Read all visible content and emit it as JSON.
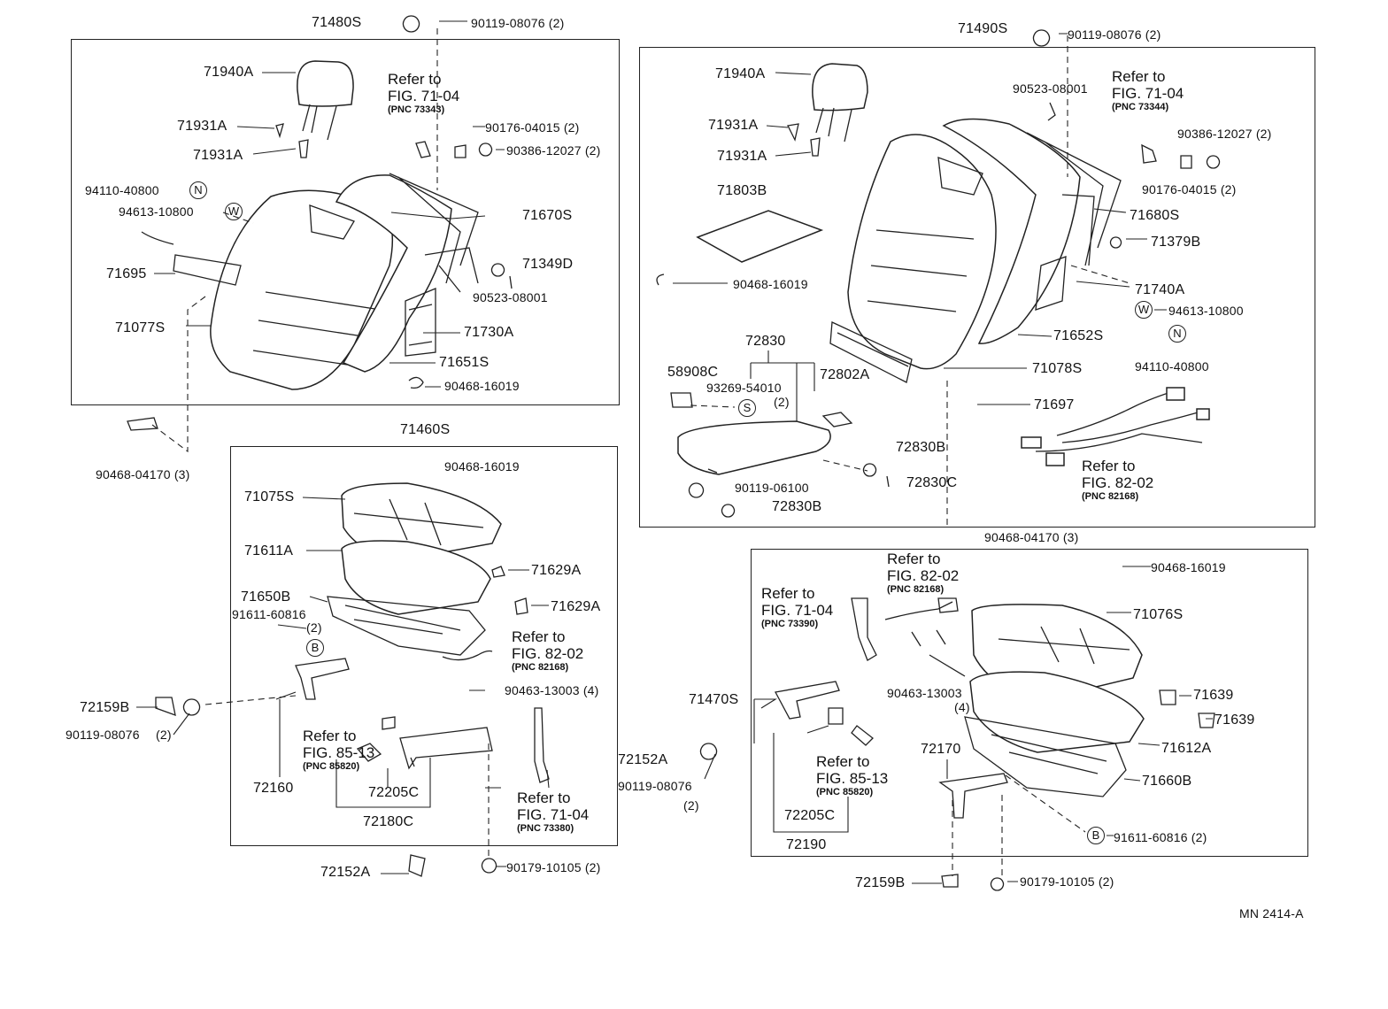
{
  "labels": [
    "71480S",
    "90119-08076 (2)",
    "71940A",
    "Refer to",
    "FIG. 71-04",
    "(PNC 73343)",
    "71931A",
    "90176-04015 (2)",
    "71931A",
    "90386-12027 (2)",
    "94110-40800",
    "94613-10800",
    "71670S",
    "71695",
    "71349D",
    "90523-08001",
    "71077S",
    "71730A",
    "71651S",
    "90468-16019",
    "90468-04170 (3)",
    "71460S",
    "90468-16019",
    "71075S",
    "71611A",
    "71629A",
    "71650B",
    "71629A",
    "91611-60816",
    "(2)",
    "Refer to",
    "FIG. 82-02",
    "(PNC 82168)",
    "90463-13003 (4)",
    "72159B",
    "90119-08076",
    "(2)",
    "Refer to",
    "FIG. 85-13",
    "(PNC 85820)",
    "72160",
    "72205C",
    "72180C",
    "Refer to",
    "FIG. 71-04",
    "(PNC 73380)",
    "72152A",
    "90179-10105 (2)",
    "71490S",
    "90119-08076 (2)",
    "71940A",
    "90523-08001",
    "Refer to",
    "FIG. 71-04",
    "(PNC 73344)",
    "71931A",
    "90386-12027 (2)",
    "71931A",
    "90176-04015 (2)",
    "71803B",
    "71680S",
    "71379B",
    "90468-16019",
    "71740A",
    "94613-10800",
    "71652S",
    "72830",
    "94110-40800",
    "58908C",
    "72802A",
    "93269-54010",
    "71078S",
    "(2)",
    "71697",
    "72830B",
    "Refer to",
    "FIG. 82-02",
    "(PNC 82168)",
    "90119-06100",
    "72830C",
    "72830B",
    "90468-04170 (3)",
    "Refer to",
    "FIG. 82-02",
    "(PNC 82168)",
    "90468-16019",
    "Refer to",
    "FIG. 71-04",
    "(PNC 73390)",
    "71076S",
    "90463-13003",
    "(4)",
    "71639",
    "71470S",
    "71639",
    "72152A",
    "90119-08076",
    "(2)",
    "Refer to",
    "FIG. 85-13",
    "(PNC 85820)",
    "71612A",
    "72170",
    "71660B",
    "72205C",
    "72190",
    "91611-60816 (2)",
    "72159B",
    "90179-10105 (2)",
    "MN 2414-A"
  ],
  "symbols": {
    "n": "N",
    "w": "W",
    "s": "S",
    "b": "B"
  }
}
